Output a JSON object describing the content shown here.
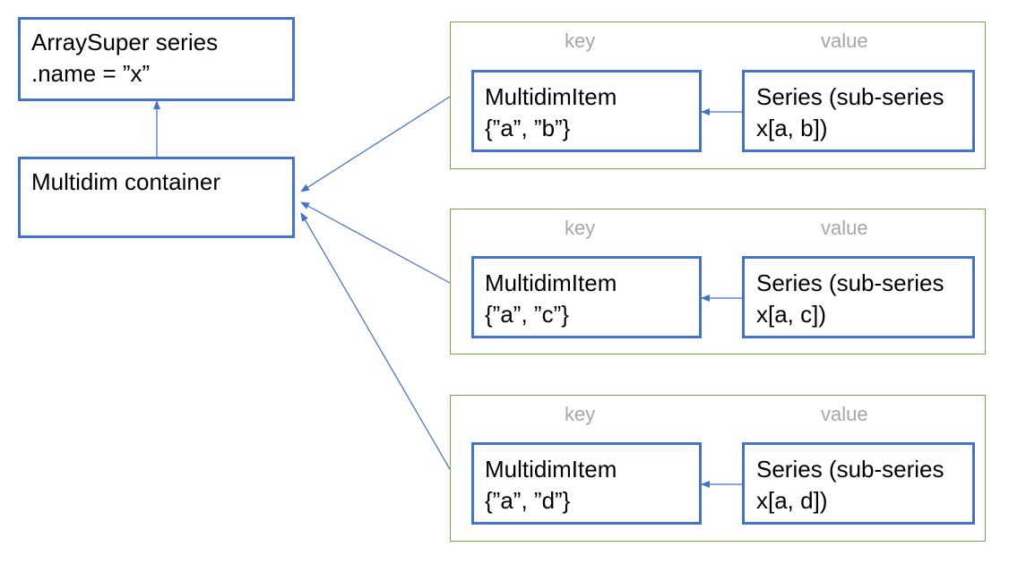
{
  "nodes": {
    "array_super": {
      "lines": [
        "ArraySuper series",
        ".name = ”x”"
      ]
    },
    "multidim_container": {
      "lines": [
        "Multidim container"
      ]
    }
  },
  "groups": [
    {
      "key_label": "key",
      "value_label": "value",
      "key_item": {
        "lines": [
          "MultidimItem",
          "{”a”, ”b”}"
        ]
      },
      "value_item": {
        "lines": [
          "Series (sub-series",
          "x[a, b])"
        ]
      }
    },
    {
      "key_label": "key",
      "value_label": "value",
      "key_item": {
        "lines": [
          "MultidimItem",
          "{”a”, ”c”}"
        ]
      },
      "value_item": {
        "lines": [
          "Series (sub-series",
          "x[a, c])"
        ]
      }
    },
    {
      "key_label": "key",
      "value_label": "value",
      "key_item": {
        "lines": [
          "MultidimItem",
          "{”a”, ”d”}"
        ]
      },
      "value_item": {
        "lines": [
          "Series (sub-series",
          "x[a, d])"
        ]
      }
    }
  ],
  "colors": {
    "node_border": "#4472c4",
    "group_border": "#70ad47",
    "arrow": "#4472c4",
    "label": "#a6a6a6"
  }
}
